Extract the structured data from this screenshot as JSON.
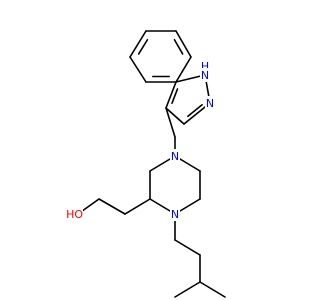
{
  "atom_labels": {
    "n_pyrrole_nh": "H",
    "n_pyrrole_n": "N",
    "n_pyrazole_n": "N",
    "n_piperazine_top": "N",
    "n_piperazine_bottom": "N",
    "hydroxyl": "HO"
  },
  "colors": {
    "bond": "#000000",
    "nitrogen": "#0000ff",
    "oxygen": "#ff0000",
    "background": "#ffffff"
  }
}
